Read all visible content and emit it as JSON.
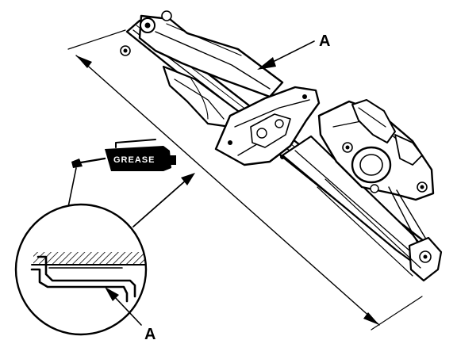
{
  "labels": {
    "callout_top": "A",
    "callout_bottom": "A",
    "grease": "GREASE"
  },
  "colors": {
    "ink": "#000000",
    "background": "#ffffff"
  }
}
